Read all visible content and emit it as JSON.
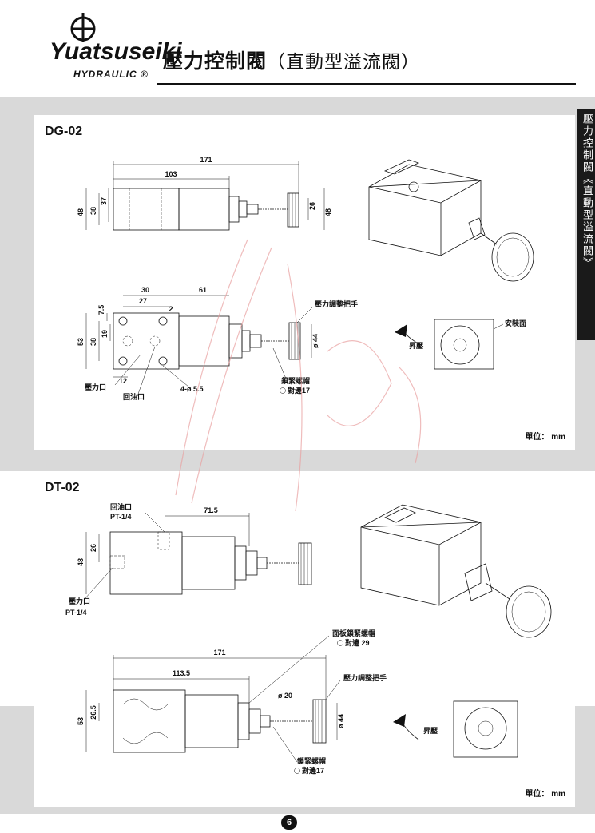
{
  "header": {
    "brand": "Yuatsuseiki",
    "brand_sub": "HYDRAULIC ®",
    "title_main": "壓力控制閥",
    "title_sub": "（直動型溢流閥）"
  },
  "side_tab": "壓力控制閥《直動型溢流閥》",
  "section1": {
    "title": "DG-02",
    "unit": "單位： mm",
    "dims": {
      "overall": "171",
      "body": "103",
      "h48a": "48",
      "h38": "38",
      "h37": "37",
      "h26": "26",
      "h48b": "48",
      "w30": "30",
      "w27": "27",
      "w2": "2",
      "w61": "61",
      "h7_5": "7.5",
      "h19": "19",
      "h38b": "38",
      "h53": "53",
      "w12": "12",
      "phi44": "ø 44"
    },
    "labels": {
      "knob": "壓力調整把手",
      "locknut": "鎖緊螺帽",
      "across": "對邊17",
      "pressure_port": "壓力口",
      "return_port": "回油口",
      "holes": "4-ø 5.5",
      "mount": "安裝面",
      "raise": "昇壓"
    }
  },
  "section2": {
    "title": "DT-02",
    "unit": "單位： mm",
    "dims": {
      "w71_5": "71.5",
      "h26": "26",
      "h48": "48",
      "overall": "171",
      "body": "113.5",
      "h26_5": "26.5",
      "h53": "53",
      "phi20": "ø 20",
      "phi44": "ø 44"
    },
    "labels": {
      "return_port": "回油口",
      "return_thread": "PT-1/4",
      "pressure_port": "壓力口",
      "pressure_thread": "PT-1/4",
      "panel_nut": "面板鎖緊螺帽",
      "across29": "對邊 29",
      "knob": "壓力調整把手",
      "locknut": "鎖緊螺帽",
      "across17": "對邊17",
      "raise": "昇壓"
    }
  },
  "footer": {
    "page": "6"
  }
}
